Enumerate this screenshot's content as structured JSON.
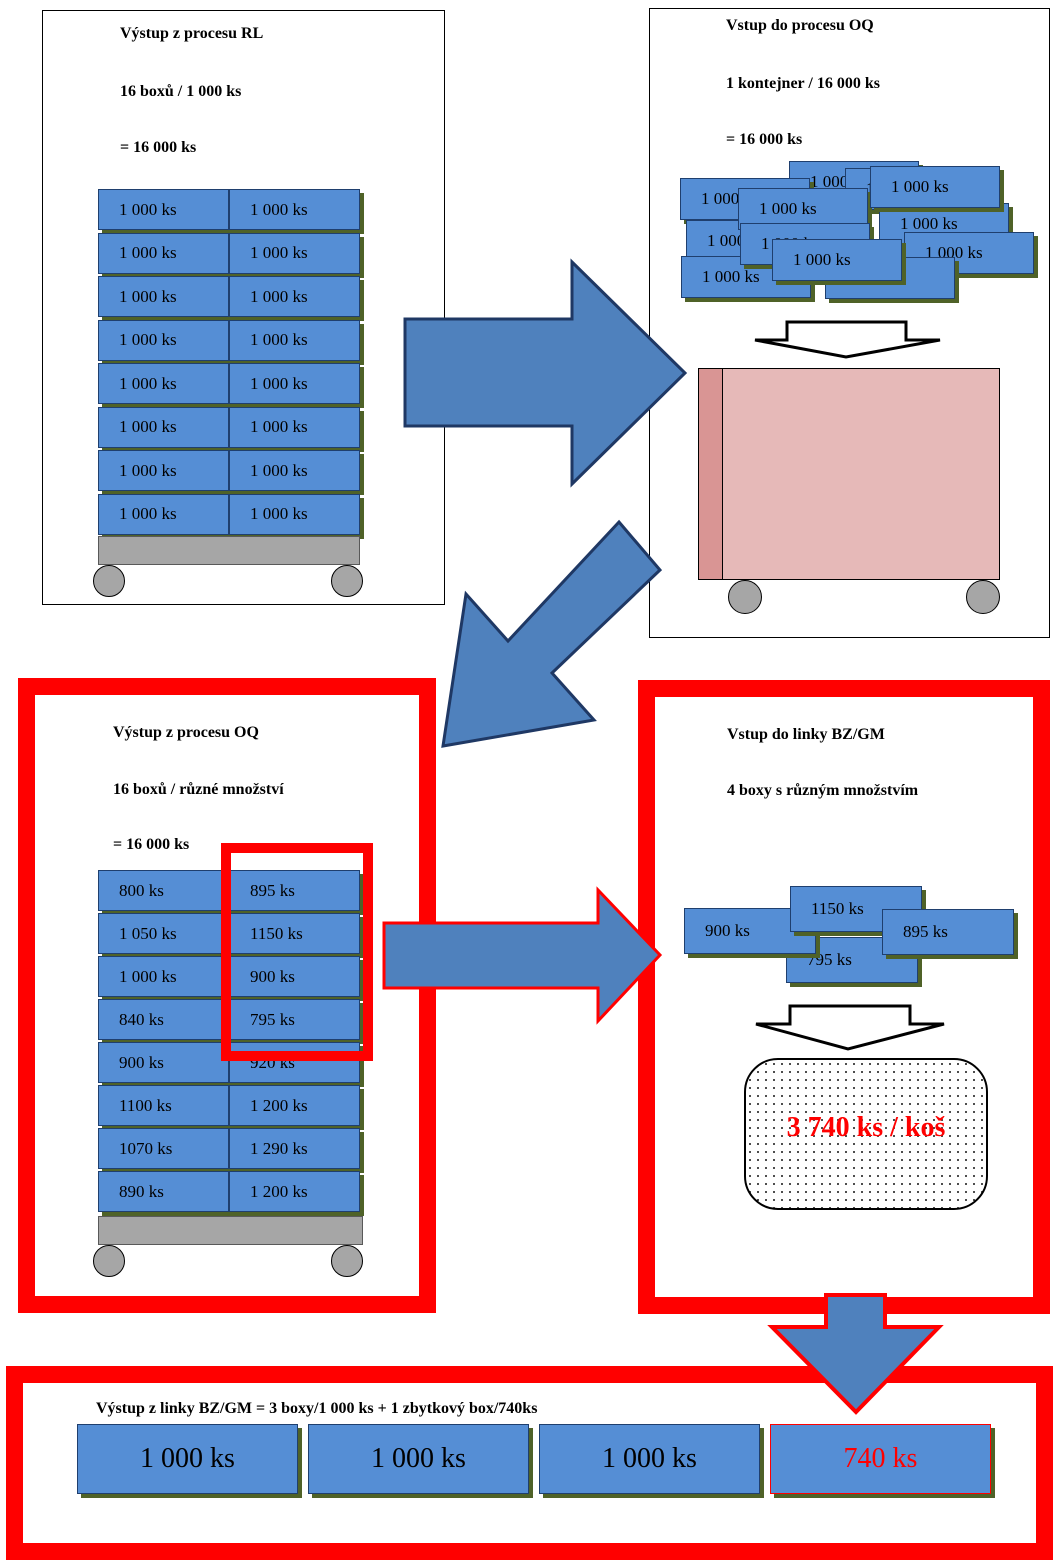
{
  "panel_rl": {
    "title": "Výstup z procesu RL",
    "line2": "16 boxů / 1 000 ks",
    "line3": "= 16 000 ks",
    "boxes": [
      "1 000 ks",
      "1 000 ks",
      "1 000 ks",
      "1 000 ks",
      "1 000 ks",
      "1 000 ks",
      "1 000 ks",
      "1 000 ks",
      "1 000 ks",
      "1 000 ks",
      "1 000 ks",
      "1 000 ks",
      "1 000 ks",
      "1 000 ks",
      "1 000 ks",
      "1 000 ks"
    ]
  },
  "panel_oq_in": {
    "title": "Vstup do procesu OQ",
    "line2": "1 kontejner / 16 000 ks",
    "line3": "= 16 000 ks",
    "pile_label": "1 000 ks"
  },
  "panel_oq_out": {
    "title": "Výstup z procesu OQ",
    "line2": "16 boxů / různé množství",
    "line3": "= 16 000 ks",
    "left_column": [
      "800 ks",
      "1 050 ks",
      "1 000 ks",
      "840 ks",
      "900 ks",
      "1100 ks",
      "1070 ks",
      "890 ks"
    ],
    "right_column": [
      "895 ks",
      "1150 ks",
      "900 ks",
      "795 ks",
      "920 ks",
      "1 200 ks",
      "1 290 ks",
      "1 200 ks"
    ]
  },
  "panel_line_in": {
    "title": "Vstup do linky BZ/GM",
    "line2": "4 boxy s různým množstvím",
    "boxes": [
      "900 ks",
      "1150 ks",
      "895 ks",
      "795 ks"
    ],
    "basket_label": "3 740 ks / koš"
  },
  "panel_line_out": {
    "title": "Výstup z linky BZ/GM = 3 boxy/1 000 ks  + 1 zbytkový box/740ks",
    "boxes": [
      "1 000 ks",
      "1 000 ks",
      "1 000 ks",
      "740 ks"
    ]
  },
  "colors": {
    "box_blue": "#558ed5",
    "box_shadow": "#4f6228",
    "highlight_red": "#ff0000",
    "container_pink": "#e6b9b8",
    "arrow_blue": "#4f81bd",
    "arrow_border": "#1f3864"
  }
}
